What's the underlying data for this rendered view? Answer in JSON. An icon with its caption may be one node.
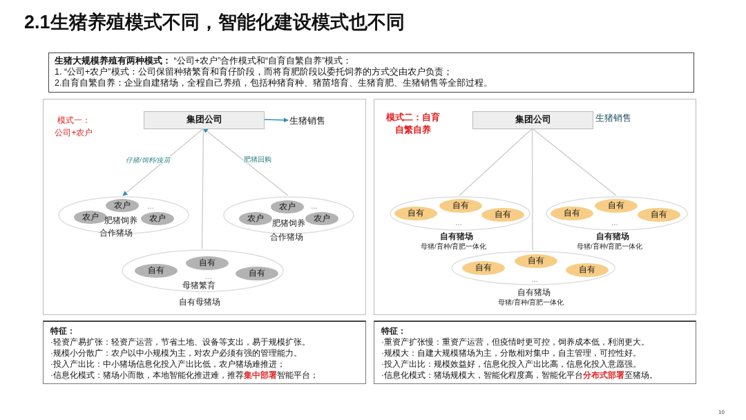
{
  "diagram": {
    "title": "2.1生猪养殖模式不同，智能化建设模式也不同",
    "nodes": [
      {
        "text": [
          "**生猪大规模养殖有两种模式：** “公司+农户”合作模式和“自育自繁自养”模式：",
          "1. “公司+农户”模式：公司保留种猪繁育和育仔阶段，而将育肥阶段以委托饲养的方式交由农户负责；",
          "2.自育自繁自养：企业自建猪场，全程自己养殖，包括种猪育种、猪苗培育、生猪育肥、生猪销售等全部过程。"
        ]
      },
      {
        "text": [
          "模式一：公司+农户"
        ]
      },
      {
        "text": [
          "集团公司"
        ],
        "in": 1
      },
      {
        "text": [
          "生猪销售"
        ],
        "in": 1
      },
      {
        "text": [
          "…",
          "肥猪饲养",
          "合作猪场"
        ],
        "in": 1
      },
      {
        "text": [
          "农户"
        ],
        "in": 4
      },
      {
        "text": [
          "农户"
        ],
        "in": 4
      },
      {
        "text": [
          "农户"
        ],
        "in": 4
      },
      {
        "text": [
          "…",
          "肥猪饲养",
          "合作猪场"
        ],
        "in": 1
      },
      {
        "text": [
          "农户"
        ],
        "in": 8
      },
      {
        "text": [
          "农户"
        ],
        "in": 8
      },
      {
        "text": [
          "农户"
        ],
        "in": 8
      },
      {
        "text": [
          "…",
          "母猪繁育",
          "自有母猪场"
        ],
        "in": 1
      },
      {
        "text": [
          "自有"
        ],
        "in": 12
      },
      {
        "text": [
          "自有"
        ],
        "in": 12
      },
      {
        "text": [
          "自有"
        ],
        "in": 12
      },
      {
        "text": [
          "模式二：自育自繁自养"
        ]
      },
      {
        "text": [
          "集团公司"
        ],
        "in": 16
      },
      {
        "text": [
          "…",
          "自有猪场",
          "母猪/育种/育肥一体化"
        ],
        "in": 16
      },
      {
        "text": [
          "自有"
        ],
        "in": 18
      },
      {
        "text": [
          "自有"
        ],
        "in": 18
      },
      {
        "text": [
          "自有"
        ],
        "in": 18
      },
      {
        "text": [
          "…",
          "自有猪场",
          "母猪/育种/育肥一体化"
        ],
        "in": 16
      },
      {
        "text": [
          "自有"
        ],
        "in": 22
      },
      {
        "text": [
          "自有"
        ],
        "in": 22
      },
      {
        "text": [
          "自有"
        ],
        "in": 22
      },
      {
        "text": [
          "…",
          "自有猪场",
          "母猪/育种/育肥一体化"
        ],
        "in": 16
      },
      {
        "text": [
          "自有"
        ],
        "in": 26
      },
      {
        "text": [
          "自有"
        ],
        "in": 26
      },
      {
        "text": [
          "自有"
        ],
        "in": 26
      },
      {
        "text": [
          "特征：",
          "·轻资产易扩张：轻资产运营，节省土地、设备等支出，易于规模扩张。",
          "·规模小分散广：农户以中小规模为主，对农户必须有强的管理能力。",
          "·投入产出比：中小猪场信息化投入产出比低，农户猪场难推进；",
          "·信息化模式：猪场小而散，本地智能化推进难，推荐**集中部署**智能平台；"
        ]
      },
      {
        "text": [
          "特征：",
          "·重资产扩张慢：重资产运营，但疫情时更可控，饲养成本低，利润更大。",
          "·规模大：自建大规模猪场为主，分散相对集中，自主管理，可控性好。",
          "·投入产出比：规模效益好，信息化投入产出比高，信息化投入意愿强。",
          "·信息化模式：猪场规模大，智能化程度高，智能化平台**分布式部署**至猪场。"
        ]
      }
    ],
    "edges": [
      {
        "from": 2,
        "to": 3,
        "arrow": "to",
        "color": "#2a8fbf"
      },
      {
        "from": 2,
        "to": 4,
        "arrow": "to",
        "label": "仔猪/饲料/疫苗"
      },
      {
        "from": 8,
        "to": 2,
        "arrow": "to",
        "label": "肥猪回购"
      },
      {
        "from": 2,
        "to": 12,
        "arrow": "none"
      },
      {
        "from": 17,
        "to": 18,
        "arrow": "none"
      },
      {
        "from": 17,
        "to": 22,
        "arrow": "none"
      },
      {
        "from": 17,
        "to": 26,
        "arrow": "none"
      }
    ],
    "labels": [
      "生猪销售",
      "10"
    ]
  }
}
